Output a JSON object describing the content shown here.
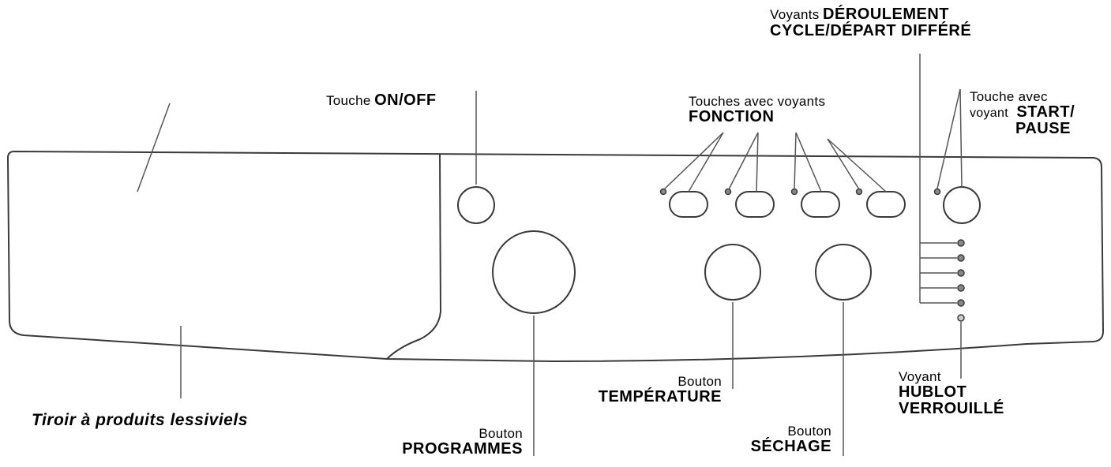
{
  "labels": {
    "onoff": {
      "small": "Touche",
      "bold": "ON/OFF"
    },
    "fonction": {
      "small": "Touches avec voyants",
      "bold": "FONCTION"
    },
    "deroulement": {
      "small": "Voyants",
      "bold1": "DÉROULEMENT",
      "bold2": "CYCLE/DÉPART DIFFÉRÉ"
    },
    "start": {
      "small1": "Touche avec",
      "small2": "voyant",
      "bold1": "START/",
      "bold2": "PAUSE"
    },
    "tiroir": {
      "bold": "Tiroir à produits lessiviels"
    },
    "programmes": {
      "small": "Bouton",
      "bold": "PROGRAMMES"
    },
    "temperature": {
      "small": "Bouton",
      "bold": "TEMPÉRATURE"
    },
    "sechage": {
      "small": "Bouton",
      "bold": "SÉCHAGE"
    },
    "hublot": {
      "small": "Voyant",
      "bold1": "HUBLOT",
      "bold2": "VERROUILLÉ"
    }
  }
}
